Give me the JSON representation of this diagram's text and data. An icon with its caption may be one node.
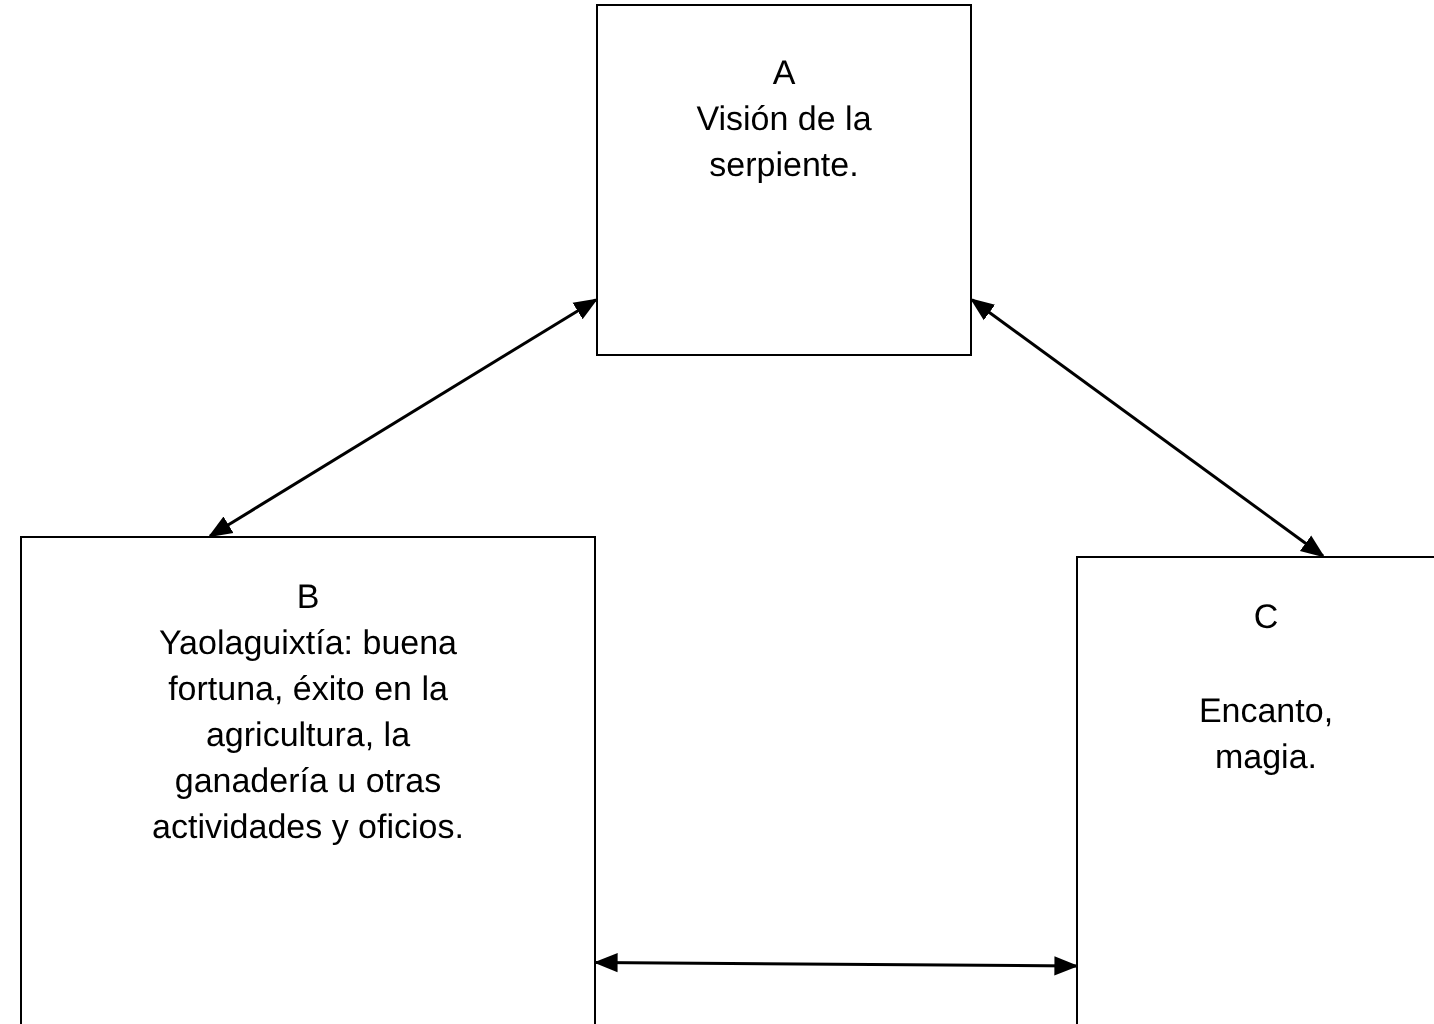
{
  "diagram": {
    "nodes": [
      {
        "text": [
          "A",
          "Visión de la serpiente."
        ]
      },
      {
        "text": [
          "B",
          "Yaolaguixtía: buena fortuna, éxito en la agricultura, la ganadería u otras actividades y oficios."
        ]
      },
      {
        "text": [
          "C",
          "Encanto, magia."
        ]
      }
    ],
    "edges": [
      {
        "from": 0,
        "to": 1,
        "arrow": "both"
      },
      {
        "from": 0,
        "to": 2,
        "arrow": "both"
      },
      {
        "from": 1,
        "to": 2,
        "arrow": "both"
      }
    ]
  }
}
